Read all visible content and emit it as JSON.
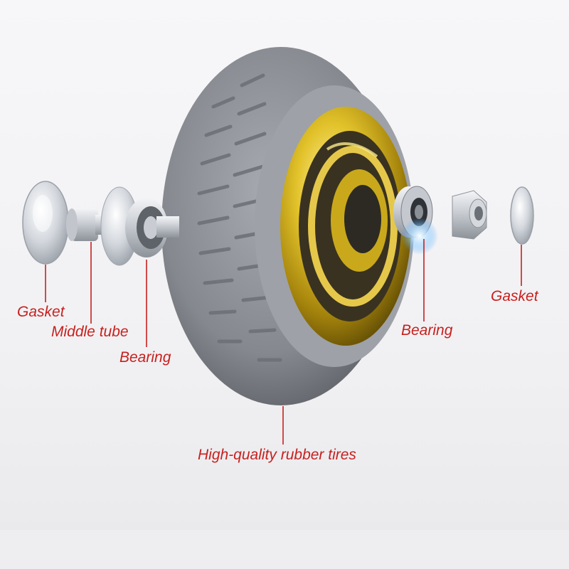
{
  "labels": {
    "gasket_left": "Gasket",
    "middle_tube": "Middle tube",
    "bearing_left": "Bearing",
    "bearing_right": "Bearing",
    "gasket_right": "Gasket",
    "tire": "High-quality rubber tires"
  },
  "colors": {
    "label": "#c8201e",
    "leader_line": "#c8201e",
    "tire": "#8a8d93",
    "hub": "#d4b21e",
    "metal": "#c7cbd1"
  },
  "icons": [
    "gasket-icon",
    "middle-tube-icon",
    "bearing-icon",
    "wheel-icon",
    "hub-icon",
    "nut-icon"
  ]
}
